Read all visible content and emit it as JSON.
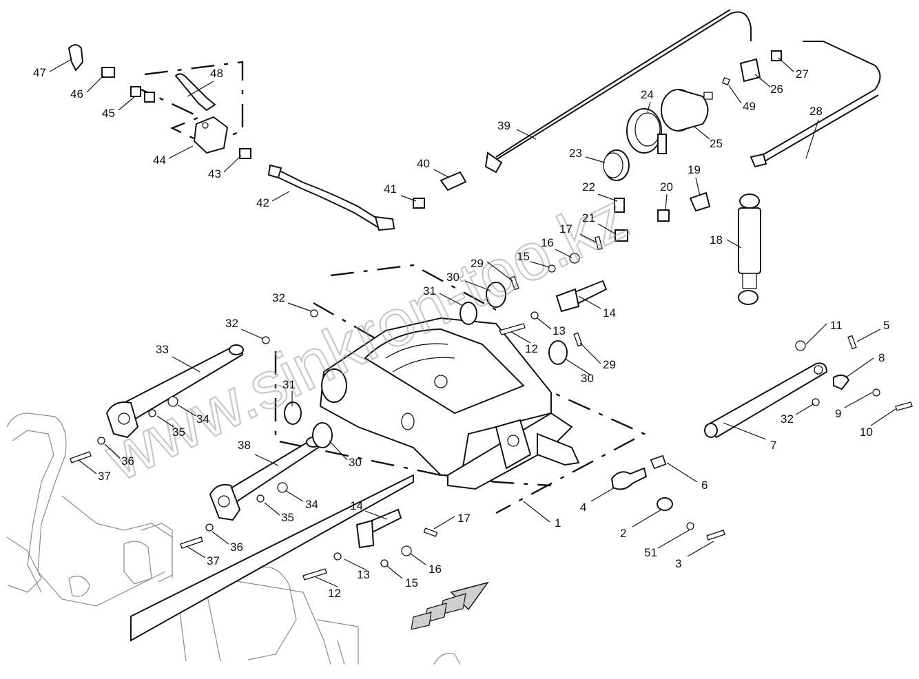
{
  "watermark": "www.sinkron-too.kz",
  "parts": [
    {
      "id": "p1",
      "label": "1"
    },
    {
      "id": "p2",
      "label": "2"
    },
    {
      "id": "p3",
      "label": "3"
    },
    {
      "id": "p4",
      "label": "4"
    },
    {
      "id": "p5",
      "label": "5"
    },
    {
      "id": "p6",
      "label": "6"
    },
    {
      "id": "p7",
      "label": "7"
    },
    {
      "id": "p8",
      "label": "8"
    },
    {
      "id": "p9",
      "label": "9"
    },
    {
      "id": "p10",
      "label": "10"
    },
    {
      "id": "p11",
      "label": "11"
    },
    {
      "id": "p12a",
      "label": "12"
    },
    {
      "id": "p12b",
      "label": "12"
    },
    {
      "id": "p13a",
      "label": "13"
    },
    {
      "id": "p13b",
      "label": "13"
    },
    {
      "id": "p14a",
      "label": "14"
    },
    {
      "id": "p14b",
      "label": "14"
    },
    {
      "id": "p15a",
      "label": "15"
    },
    {
      "id": "p15b",
      "label": "15"
    },
    {
      "id": "p16a",
      "label": "16"
    },
    {
      "id": "p16b",
      "label": "16"
    },
    {
      "id": "p17a",
      "label": "17"
    },
    {
      "id": "p17b",
      "label": "17"
    },
    {
      "id": "p18",
      "label": "18"
    },
    {
      "id": "p19",
      "label": "19"
    },
    {
      "id": "p20",
      "label": "20"
    },
    {
      "id": "p21",
      "label": "21"
    },
    {
      "id": "p22",
      "label": "22"
    },
    {
      "id": "p23",
      "label": "23"
    },
    {
      "id": "p24",
      "label": "24"
    },
    {
      "id": "p25",
      "label": "25"
    },
    {
      "id": "p26",
      "label": "26"
    },
    {
      "id": "p27",
      "label": "27"
    },
    {
      "id": "p28",
      "label": "28"
    },
    {
      "id": "p29a",
      "label": "29"
    },
    {
      "id": "p29b",
      "label": "29"
    },
    {
      "id": "p30a",
      "label": "30"
    },
    {
      "id": "p30b",
      "label": "30"
    },
    {
      "id": "p30c",
      "label": "30"
    },
    {
      "id": "p31a",
      "label": "31"
    },
    {
      "id": "p31b",
      "label": "31"
    },
    {
      "id": "p32a",
      "label": "32"
    },
    {
      "id": "p32b",
      "label": "32"
    },
    {
      "id": "p32c",
      "label": "32"
    },
    {
      "id": "p33",
      "label": "33"
    },
    {
      "id": "p34a",
      "label": "34"
    },
    {
      "id": "p34b",
      "label": "34"
    },
    {
      "id": "p35a",
      "label": "35"
    },
    {
      "id": "p35b",
      "label": "35"
    },
    {
      "id": "p36a",
      "label": "36"
    },
    {
      "id": "p36b",
      "label": "36"
    },
    {
      "id": "p37a",
      "label": "37"
    },
    {
      "id": "p37b",
      "label": "37"
    },
    {
      "id": "p38",
      "label": "38"
    },
    {
      "id": "p39",
      "label": "39"
    },
    {
      "id": "p40",
      "label": "40"
    },
    {
      "id": "p41",
      "label": "41"
    },
    {
      "id": "p42",
      "label": "42"
    },
    {
      "id": "p43",
      "label": "43"
    },
    {
      "id": "p44",
      "label": "44"
    },
    {
      "id": "p45",
      "label": "45"
    },
    {
      "id": "p46",
      "label": "46"
    },
    {
      "id": "p47",
      "label": "47"
    },
    {
      "id": "p48",
      "label": "48"
    },
    {
      "id": "p49",
      "label": "49"
    },
    {
      "id": "p51",
      "label": "51"
    }
  ]
}
